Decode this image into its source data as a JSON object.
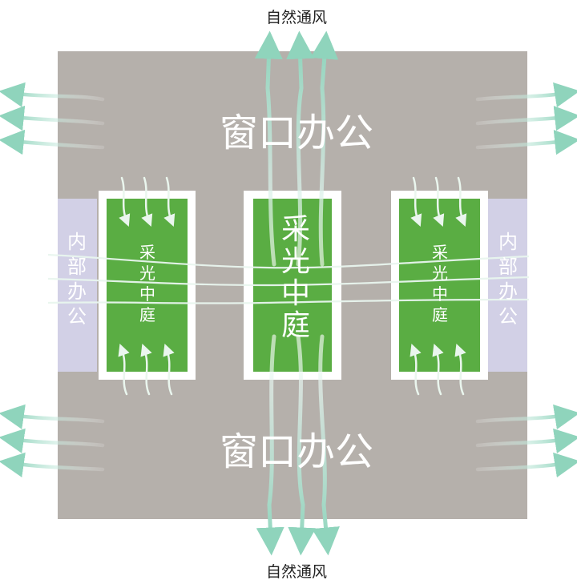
{
  "labels": {
    "ventilation_top": "自然通风",
    "ventilation_bottom": "自然通风",
    "window_office_top": "窗口办公",
    "window_office_bottom": "窗口办公",
    "inner_office_left": "内部办公",
    "inner_office_right": "内部办公",
    "courtyard_center": "采光中庭",
    "courtyard_left": "采光中庭",
    "courtyard_right": "采光中庭"
  },
  "colors": {
    "building": "#b5b0ab",
    "courtyard_green": "#5aad43",
    "courtyard_frame": "#ffffff",
    "inner_office": "#d2d0e6",
    "airflow": "#8fd4bc",
    "airflow_light": "#e9f6ef"
  }
}
